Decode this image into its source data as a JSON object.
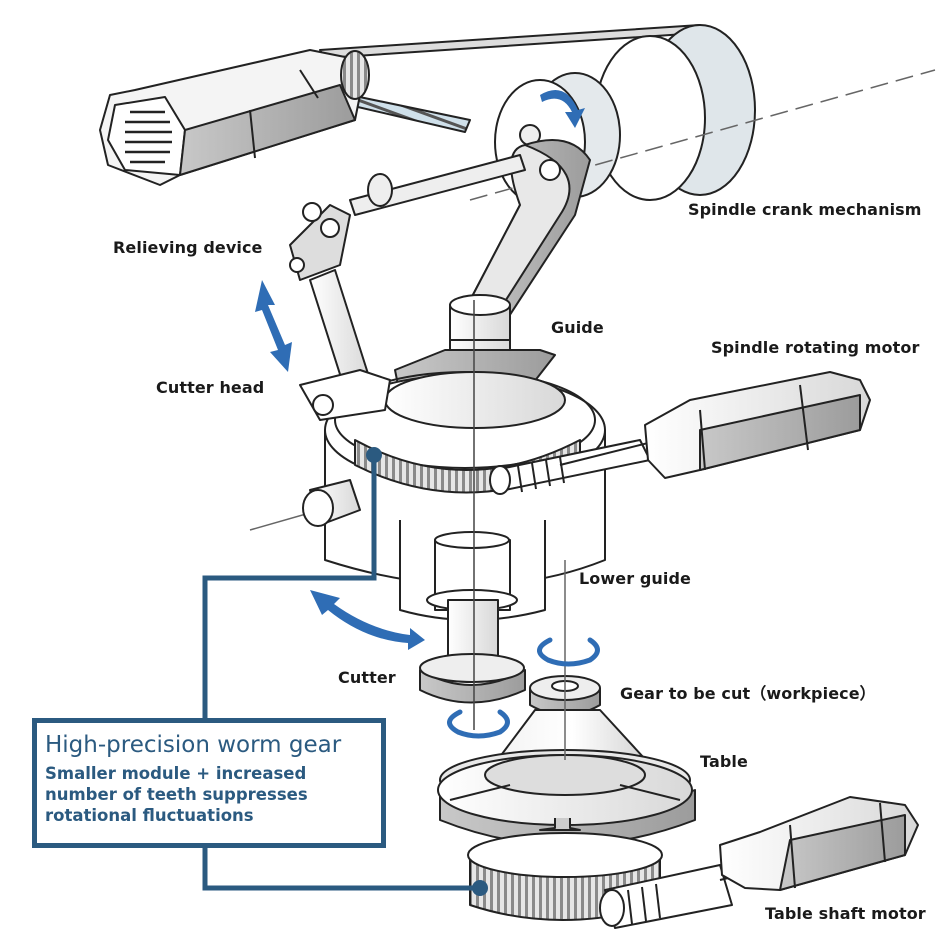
{
  "diagram": {
    "subject": "Gear shaping machine mechanism",
    "labels": {
      "spindle_crank": "Spindle crank mechanism",
      "relieving_device": "Relieving device",
      "guide": "Guide",
      "spindle_rotating_motor": "Spindle rotating motor",
      "cutter_head": "Cutter head",
      "lower_guide": "Lower guide",
      "cutter": "Cutter",
      "workpiece": "Gear to be cut（workpiece）",
      "table": "Table",
      "table_shaft_motor": "Table shaft motor"
    },
    "callout": {
      "title": "High-precision worm gear",
      "body_lines": [
        "Smaller module + increased",
        "number of teeth suppresses",
        "rotational fluctuations"
      ]
    },
    "colors": {
      "callout": "#2b5a80",
      "arrow": "#2f6db5",
      "line": "#222222",
      "fill_light": "#ececec",
      "fill_mid": "#bdbdbd",
      "fill_dark": "#9a9a9a",
      "belt_blue": "#cfe0ea"
    }
  }
}
